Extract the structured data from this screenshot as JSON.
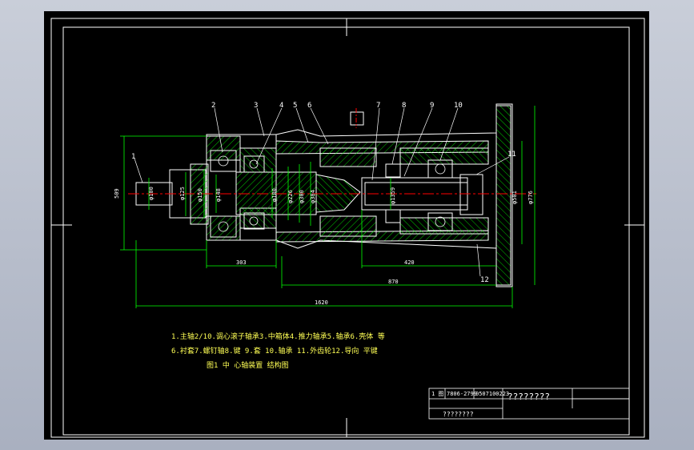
{
  "part_labels": [
    "1",
    "2",
    "3",
    "4",
    "5",
    "6",
    "7",
    "8",
    "9",
    "10",
    "11",
    "12"
  ],
  "dimensions": {
    "d_shaft": "φ100",
    "d_125": "φ125",
    "d_150": "φ150",
    "d_148": "φ148",
    "d_180": "φ180",
    "d_226": "φ226",
    "d_300": "φ300",
    "d_384": "φ384",
    "d_1359": "φ1359",
    "d_501": "φ501",
    "d_776": "φ776",
    "h_509": "509",
    "len_303": "303",
    "len_420": "420",
    "len_870": "870",
    "len_1620": "1620"
  },
  "legend": {
    "line1": "1.主轴2/10.调心滚子轴承3.中箱体4.推力轴承5.轴承6.壳体 等",
    "line2": "6.衬套7.螺钉轴8.键 9.套 10.轴承 11.外齿轮12.导向 平键",
    "caption": "图1  中 心轴装置 结构图"
  },
  "title_block": {
    "label": "1 图",
    "sheet_code": "7806-2799",
    "drawing_no": "0507100223",
    "title": "????????",
    "company": "????????"
  },
  "colors": {
    "background": "#000000",
    "outline": "#ffffff",
    "hatch": "#00ff00",
    "centerline": "#ff0000",
    "dimension": "#00ff00",
    "annotation": "#ffff55"
  }
}
